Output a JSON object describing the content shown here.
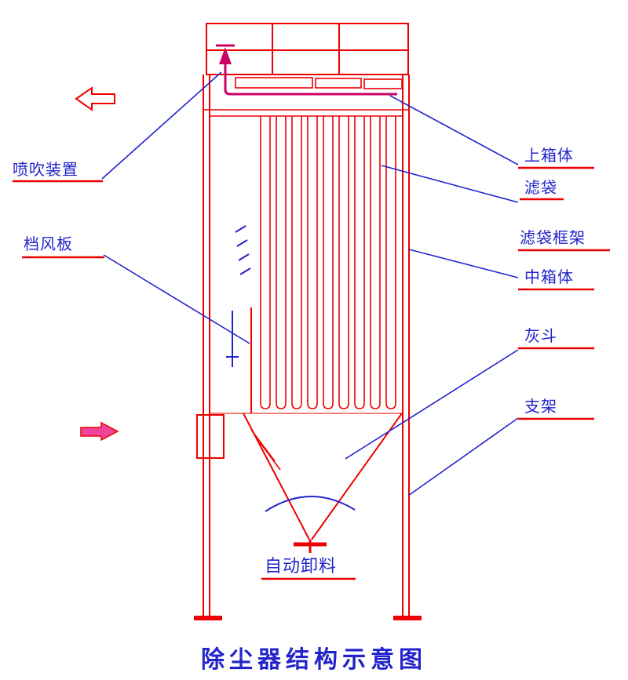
{
  "title": "除尘器结构示意图",
  "labels": {
    "blow_device": "喷吹装置",
    "baffle": "档风板",
    "upper_box": "上箱体",
    "filter_bag": "滤袋",
    "bag_cage": "滤袋框架",
    "middle_box": "中箱体",
    "ash_hopper": "灰斗",
    "support": "支架",
    "auto_discharge": "自动卸料"
  },
  "icons": {
    "outlet_arrow": "left-flow-arrow",
    "inlet_arrow": "right-flow-arrow",
    "pulse_arrow": "up-pulse-arrow"
  },
  "colors": {
    "structure": "#ee0000",
    "pipe": "#cc0066",
    "annotation": "#2323cc"
  }
}
